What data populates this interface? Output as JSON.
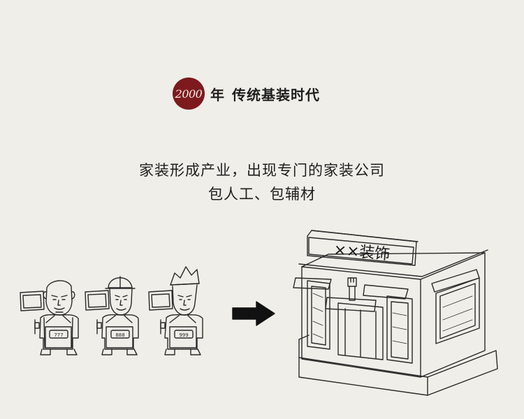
{
  "header": {
    "year": "2000",
    "year_suffix": "年",
    "title": "传统基装时代",
    "accent_color": "#7c1a1e"
  },
  "body": {
    "line1": "家装形成产业，出现专门的家装公司",
    "line2": "包人工、包辅材"
  },
  "illustration": {
    "workers": [
      {
        "badge_number": "777",
        "headwear": "none"
      },
      {
        "badge_number": "888",
        "headwear": "hard-hat"
      },
      {
        "badge_number": "999",
        "headwear": "paper-hat"
      }
    ],
    "arrow": "arrow-right-icon",
    "shop_sign": "××装饰"
  }
}
